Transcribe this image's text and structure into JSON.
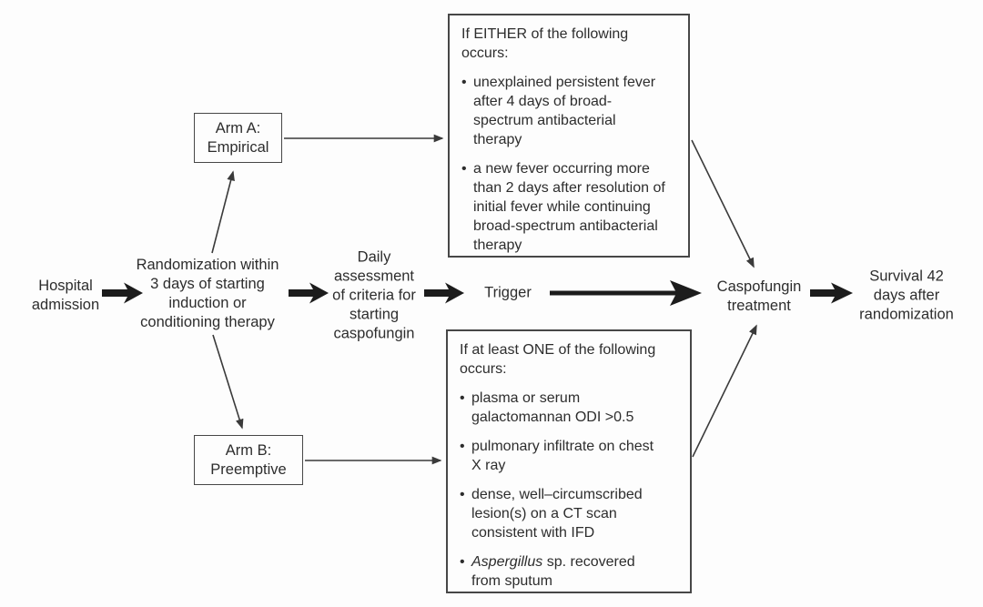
{
  "diagram": {
    "bullet_char": "•",
    "colors": {
      "line": "#3a3a3a",
      "bold_arrow": "#1c1c1c",
      "border": "#474747",
      "text": "#2d2d2d",
      "background": "#fdfdfd"
    },
    "nodes": {
      "hospital_admission": "Hospital\nadmission",
      "randomization": "Randomization within\n3 days of starting\ninduction or\nconditioning therapy",
      "daily_assessment": "Daily\nassessment\nof criteria for\nstarting\ncaspofungin",
      "trigger": "Trigger",
      "caspofungin_treatment": "Caspofungin\ntreatment",
      "survival": "Survival 42\ndays after\nrandomization",
      "arm_a": "Arm A:\nEmpirical",
      "arm_b": "Arm B:\nPreemptive"
    },
    "empirical_criteria": {
      "heading": "If EITHER of the following\noccurs:",
      "bullets": [
        "unexplained persistent fever\nafter 4 days of broad-\nspectrum antibacterial\ntherapy",
        "a new fever occurring more\nthan 2 days after resolution of\ninitial fever while continuing\nbroad-spectrum antibacterial\ntherapy"
      ]
    },
    "preemptive_criteria": {
      "heading": "If at least ONE of the following\noccurs:",
      "bullets": [
        "plasma or serum\ngalactomannan ODI >0.5",
        "pulmonary infiltrate on chest\nX ray",
        "dense, well–circumscribed\nlesion(s) on a CT scan\nconsistent with IFD"
      ],
      "aspergillus_bullet": {
        "italic": "Aspergillus",
        "rest": " sp. recovered\nfrom sputum"
      }
    }
  }
}
